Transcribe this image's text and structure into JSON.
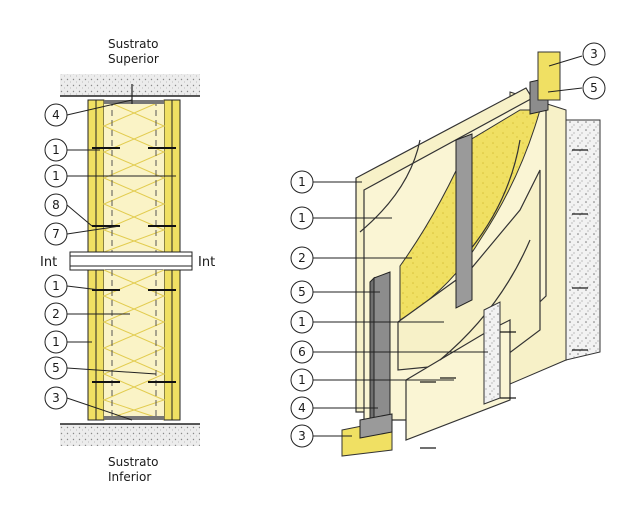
{
  "section": {
    "top_label_line1": "Sustrato",
    "top_label_line2": "Superior",
    "bottom_label_line1": "Sustrato",
    "bottom_label_line2": "Inferior",
    "int_left": "Int",
    "int_right": "Int",
    "callouts": [
      "4",
      "1",
      "1",
      "8",
      "7",
      "1",
      "2",
      "1",
      "5",
      "3"
    ]
  },
  "iso": {
    "callouts_left": [
      "1",
      "1",
      "2",
      "5",
      "1",
      "6",
      "1",
      "4",
      "3"
    ],
    "callout_top_right": "3",
    "callout_right": "5"
  },
  "colors": {
    "board": "#f7f1c8",
    "insulation": "#f0e063",
    "steel": "#8c8c8c",
    "substrate": "#e4e4e4",
    "stroke": "#222222"
  }
}
